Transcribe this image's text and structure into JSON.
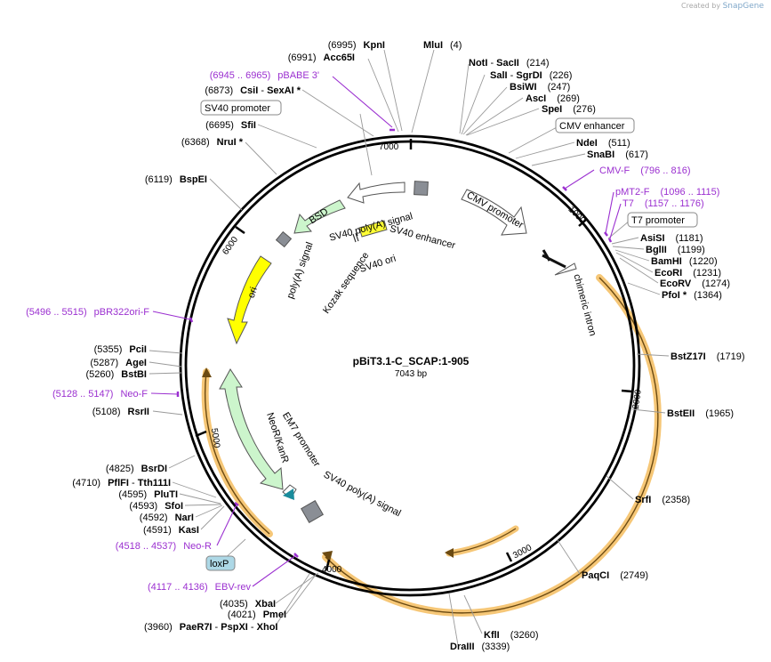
{
  "header": {
    "created_by": "Created by",
    "app_name": "SnapGene"
  },
  "map": {
    "title": "pBiT3.1-C_SCAP:1-905",
    "length_label": "7043 bp",
    "total_bp": 7043,
    "ticks": [
      {
        "bp": 0,
        "label": "7000"
      },
      {
        "bp": 1000,
        "label": "1000"
      },
      {
        "bp": 2000,
        "label": "2000"
      },
      {
        "bp": 3000,
        "label": "3000"
      },
      {
        "bp": 4000,
        "label": "4000"
      },
      {
        "bp": 5000,
        "label": "5000"
      },
      {
        "bp": 6000,
        "label": "6000"
      }
    ],
    "features": [
      {
        "name": "CMV promoter",
        "start": 235,
        "end": 938,
        "dir": "cw",
        "color": "#ffffff",
        "label": "CMV promoter"
      },
      {
        "name": "chimeric intron",
        "start": 1000,
        "end": 1140,
        "dir": "cw",
        "color": "#ffffff",
        "label": "chimeric intron"
      },
      {
        "name": "BSD",
        "start": 6250,
        "end": 6650,
        "dir": "ccw",
        "color": "#ccf5cc",
        "label": "BSD"
      },
      {
        "name": "SV40 poly(A) signal",
        "start": 6700,
        "end": 6840,
        "dir": "ccw",
        "color": "#ffffff",
        "label": "SV40 poly(A) signal"
      },
      {
        "name": "ori",
        "start": 5600,
        "end": 6150,
        "dir": "ccw",
        "color": "#ffff00",
        "label": "ori"
      },
      {
        "name": "NeoR/KanR",
        "start": 4800,
        "end": 5300,
        "dir": "ccw",
        "color": "#ccf5cc",
        "label": "NeoR/KanR"
      },
      {
        "name": "EM7 promoter",
        "start": 4700,
        "end": 4760,
        "dir": "ccw",
        "color": "#ffffff",
        "label": "EM7 promoter"
      }
    ]
  },
  "enzymes": [
    {
      "id": "kpni",
      "name": "KpnI",
      "pos": "(6995)"
    },
    {
      "id": "acc65i",
      "name": "Acc65I",
      "pos": "(6991)"
    },
    {
      "id": "mlui",
      "name": "MluI",
      "pos": "(4)"
    },
    {
      "id": "noti",
      "name": "NotI",
      "name2": "SacII",
      "pos": "(214)"
    },
    {
      "id": "sali",
      "name": "SalI",
      "name2": "SgrDI",
      "pos": "(226)"
    },
    {
      "id": "bsiwi",
      "name": "BsiWI",
      "pos": "(247)"
    },
    {
      "id": "asci",
      "name": "AscI",
      "pos": "(269)"
    },
    {
      "id": "spei",
      "name": "SpeI",
      "pos": "(276)"
    },
    {
      "id": "ndei",
      "name": "NdeI",
      "pos": "(511)"
    },
    {
      "id": "snabi",
      "name": "SnaBI",
      "pos": "(617)"
    },
    {
      "id": "asisi",
      "name": "AsiSI",
      "pos": "(1181)"
    },
    {
      "id": "bglii",
      "name": "BglII",
      "pos": "(1199)"
    },
    {
      "id": "bamhi",
      "name": "BamHI",
      "pos": "(1220)"
    },
    {
      "id": "ecori",
      "name": "EcoRI",
      "pos": "(1231)"
    },
    {
      "id": "ecorv",
      "name": "EcoRV",
      "pos": "(1274)"
    },
    {
      "id": "pfoi",
      "name": "PfoI *",
      "pos": "(1364)"
    },
    {
      "id": "bstz17i",
      "name": "BstZ17I",
      "pos": "(1719)"
    },
    {
      "id": "bsteii",
      "name": "BstEII",
      "pos": "(1965)"
    },
    {
      "id": "srfi",
      "name": "SrfI",
      "pos": "(2358)"
    },
    {
      "id": "paqci",
      "name": "PaqCI",
      "pos": "(2749)"
    },
    {
      "id": "kfli",
      "name": "KflI",
      "pos": "(3260)"
    },
    {
      "id": "draiii",
      "name": "DraIII",
      "pos": "(3339)"
    },
    {
      "id": "paer7i",
      "name": "PaeR7I",
      "name2": "PspXI",
      "name3": "XhoI",
      "pos": "(3960)"
    },
    {
      "id": "pmei",
      "name": "PmeI",
      "pos": "(4021)"
    },
    {
      "id": "xbai",
      "name": "XbaI",
      "pos": "(4035)"
    },
    {
      "id": "kasi",
      "name": "KasI",
      "pos": "(4591)"
    },
    {
      "id": "nari",
      "name": "NarI",
      "pos": "(4592)"
    },
    {
      "id": "sfoi",
      "name": "SfoI",
      "pos": "(4593)"
    },
    {
      "id": "pluti",
      "name": "PluTI",
      "pos": "(4595)"
    },
    {
      "id": "pflfi",
      "name": "PflFI",
      "name2": "Tth111I",
      "pos": "(4710)"
    },
    {
      "id": "bsrdi",
      "name": "BsrDI",
      "pos": "(4825)"
    },
    {
      "id": "rsrii",
      "name": "RsrII",
      "pos": "(5108)"
    },
    {
      "id": "bstbi",
      "name": "BstBI",
      "pos": "(5260)"
    },
    {
      "id": "agei",
      "name": "AgeI",
      "pos": "(5287)"
    },
    {
      "id": "pcii",
      "name": "PciI",
      "pos": "(5355)"
    },
    {
      "id": "bspei",
      "name": "BspEI",
      "pos": "(6119)"
    },
    {
      "id": "nrui",
      "name": "NruI *",
      "pos": "(6368)"
    },
    {
      "id": "sfii",
      "name": "SfiI",
      "pos": "(6695)"
    },
    {
      "id": "csii",
      "name": "CsiI",
      "name2": "SexAI *",
      "pos": "(6873)"
    }
  ],
  "primers": [
    {
      "id": "pbabe3",
      "range": "(6945 .. 6965)",
      "name": "pBABE 3'"
    },
    {
      "id": "cmvf",
      "range": "(796 .. 816)",
      "name": "CMV-F"
    },
    {
      "id": "pmt2f",
      "range": "(1096 .. 1115)",
      "name": "pMT2-F"
    },
    {
      "id": "t7",
      "range": "(1157 .. 1176)",
      "name": "T7"
    },
    {
      "id": "pbr322",
      "range": "(5496 .. 5515)",
      "name": "pBR322ori-F"
    },
    {
      "id": "neof",
      "range": "(5128 .. 5147)",
      "name": "Neo-F"
    },
    {
      "id": "neor",
      "range": "(4518 .. 4537)",
      "name": "Neo-R"
    },
    {
      "id": "ebvrev",
      "range": "(4117 .. 4136)",
      "name": "EBV-rev"
    }
  ],
  "boxed_features": [
    {
      "id": "sv40promoter",
      "label": "SV40 promoter"
    },
    {
      "id": "cmvenhancer",
      "label": "CMV enhancer"
    },
    {
      "id": "t7promoter",
      "label": "T7 promoter"
    },
    {
      "id": "loxp",
      "label": "loxP"
    }
  ],
  "inner_labels": [
    {
      "id": "sv40polya-top",
      "label": "SV40 poly(A) signal"
    },
    {
      "id": "sv40enh",
      "label": "SV40 enhancer"
    },
    {
      "id": "sv40ori",
      "label": "SV40 ori"
    },
    {
      "id": "kozak",
      "label": "Kozak sequence"
    },
    {
      "id": "polya-side",
      "label": "poly(A) signal"
    },
    {
      "id": "em7",
      "label": "EM7 promoter"
    },
    {
      "id": "sv40polya-bottom",
      "label": "SV40 poly(A) signal"
    }
  ],
  "colors": {
    "primer": "#9b30d0",
    "enzyme_text": "#000000",
    "feature_outline": "#555555",
    "orf_band": "#f6c777",
    "orf_line": "#a26b1a",
    "loxp_fill": "#add8e6"
  }
}
